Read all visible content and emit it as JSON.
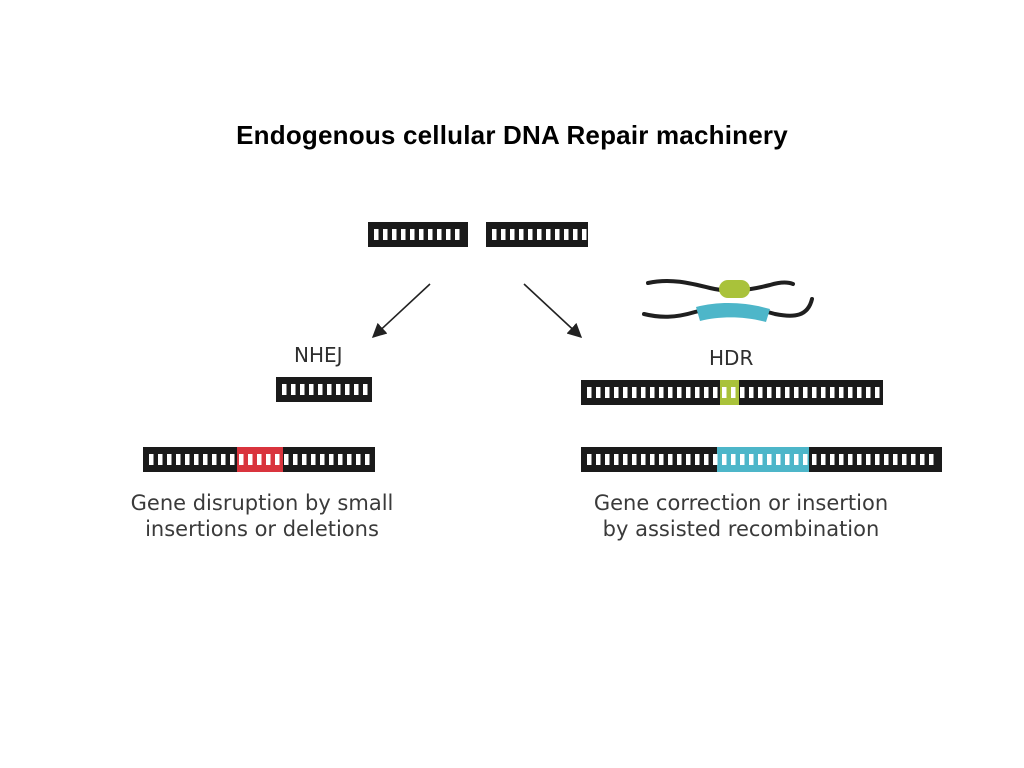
{
  "title": "Endogenous cellular DNA Repair machinery",
  "branches": {
    "left": {
      "label": "NHEJ",
      "caption_line1": "Gene disruption by small",
      "caption_line2": "insertions or deletions"
    },
    "right": {
      "label": "HDR",
      "caption_line1": "Gene correction or insertion",
      "caption_line2": "by assisted recombination"
    }
  },
  "colors": {
    "dna": "#1a1a1a",
    "indel": "#d9343d",
    "donor_marker": "#a9c23a",
    "insertion": "#4db6c9"
  }
}
